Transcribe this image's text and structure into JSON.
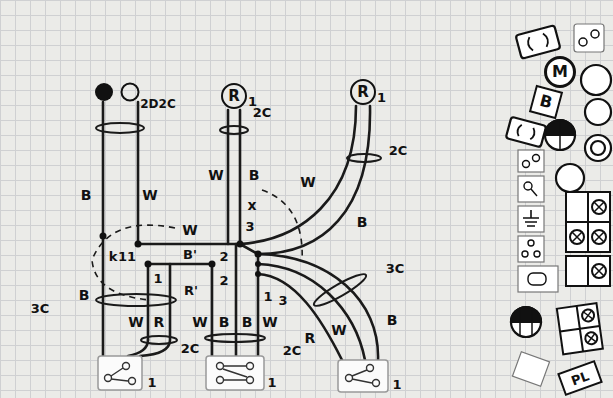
{
  "diagram": {
    "nodes": [
      {
        "text": [
          "R",
          "1"
        ]
      },
      {
        "text": [
          "R",
          "1"
        ]
      },
      {
        "text": [
          "M"
        ]
      },
      {
        "text": [
          "B"
        ]
      },
      {
        "text": [
          "PL"
        ]
      }
    ],
    "labels": [
      "2D2C",
      "2C",
      "2C",
      "B",
      "W",
      "W",
      "B",
      "W",
      "x",
      "B",
      "3",
      "W",
      "k",
      "11",
      "B'",
      "2",
      "3C",
      "1",
      "2",
      "R'",
      "B",
      "1",
      "3",
      "3C",
      "W",
      "R",
      "W",
      "B",
      "B",
      "W",
      "B",
      "W",
      "R",
      "2C",
      "2C",
      "1",
      "1",
      "1"
    ]
  }
}
